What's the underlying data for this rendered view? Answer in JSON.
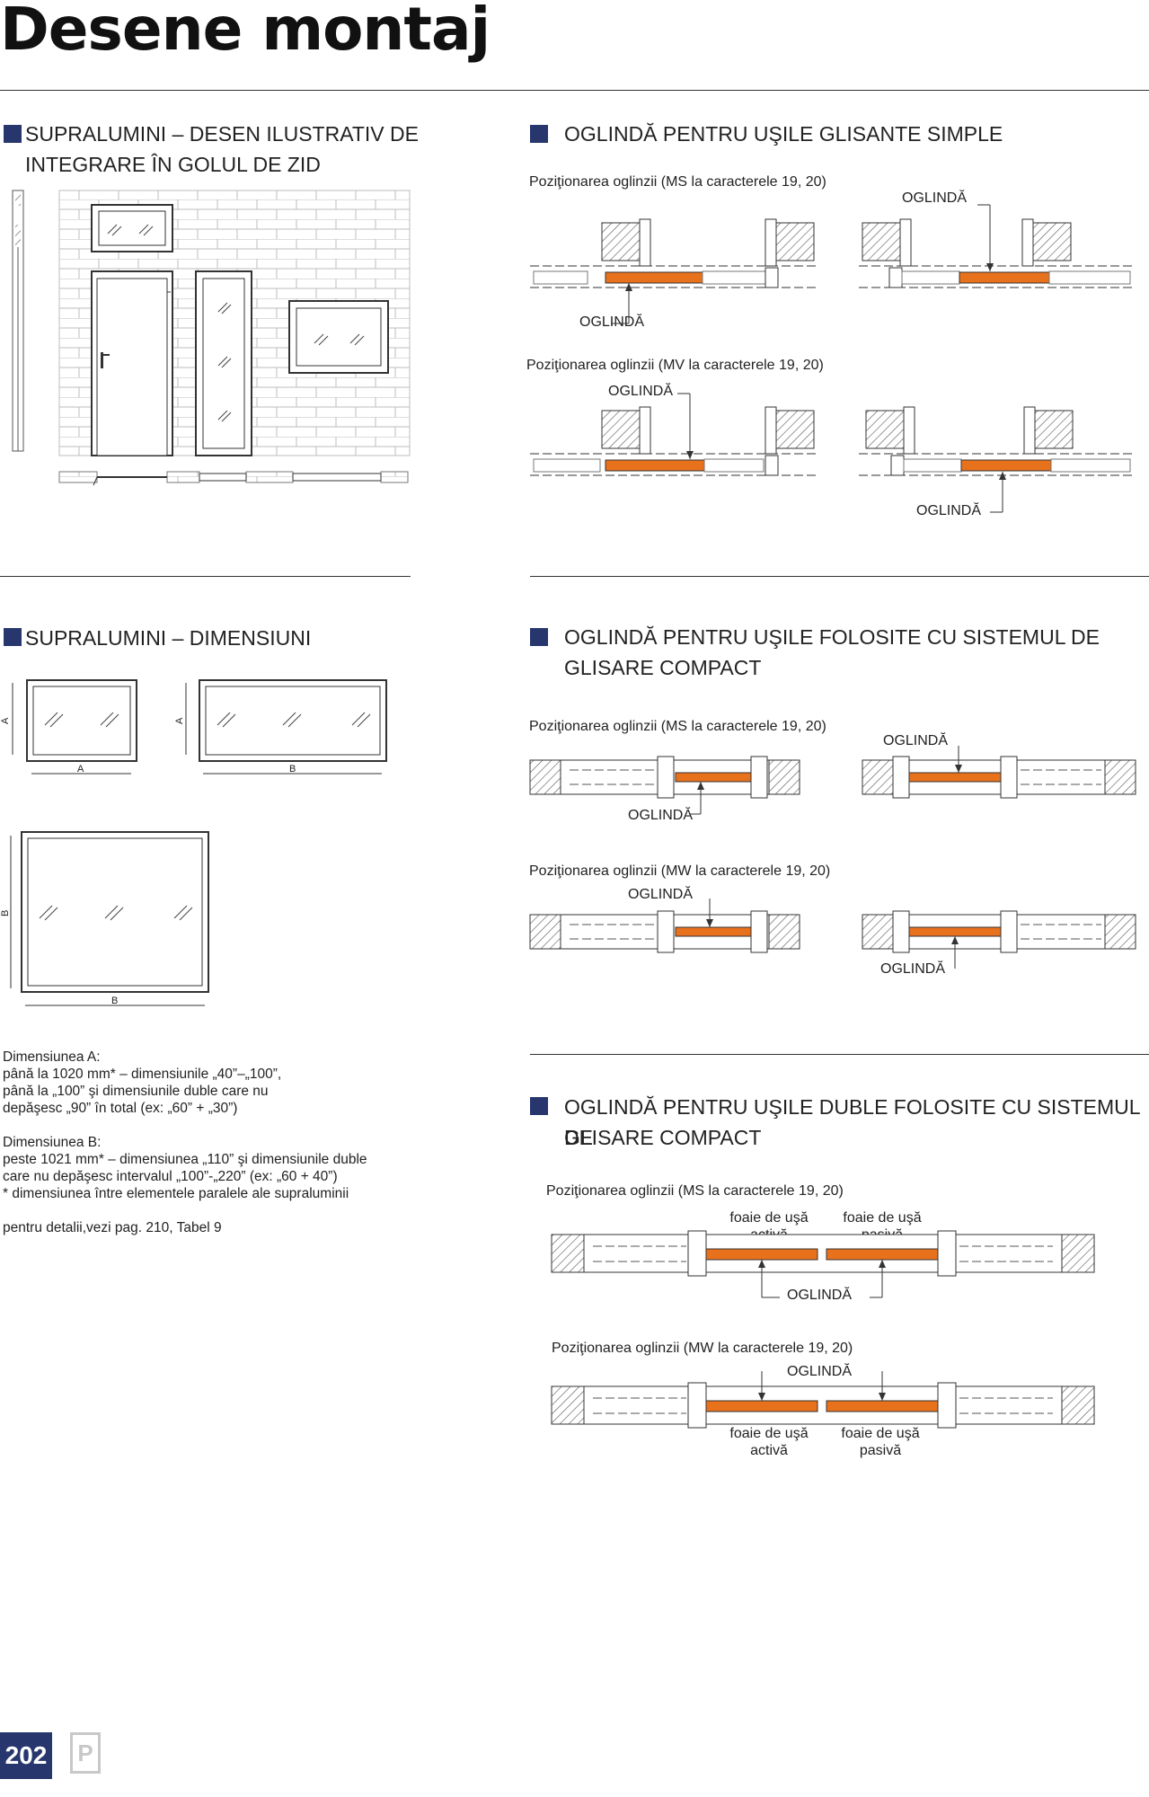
{
  "page": {
    "title": "Desene montaj",
    "page_number": "202",
    "logo_letter": "P"
  },
  "colors": {
    "accent": "#27376e",
    "mirror": "#e8711c",
    "wall_hatch": "#555555"
  },
  "sections": {
    "s1": {
      "heading_line1": "SUPRALUMINI – DESEN ILUSTRATIV DE",
      "heading_line2": "INTEGRARE ÎN GOLUL DE ZID"
    },
    "s2": {
      "heading": "OGLINDĂ PENTRU UŞILE GLISANTE SIMPLE",
      "caption_ms": "Poziţionarea oglinzii (MS la caracterele 19, 20)",
      "caption_mv": "Poziţionarea oglinzii (MV la caracterele 19, 20)",
      "label": "OGLINDĂ"
    },
    "s3": {
      "heading": "SUPRALUMINI – DIMENSIUNI",
      "dim_a": "A",
      "dim_b": "B"
    },
    "s4": {
      "heading_line1": "OGLINDĂ PENTRU UŞILE FOLOSITE CU SISTEMUL DE",
      "heading_line2": "GLISARE COMPACT",
      "caption_ms": "Poziţionarea oglinzii (MS la caracterele 19, 20)",
      "caption_mw": "Poziţionarea oglinzii (MW la caracterele 19, 20)",
      "label": "OGLINDĂ"
    },
    "s5": {
      "heading_line1": "OGLINDĂ PENTRU UŞILE DUBLE FOLOSITE CU SISTEMUL DE",
      "heading_line2": "GLISARE COMPACT",
      "caption_ms": "Poziţionarea oglinzii (MS la caracterele 19, 20)",
      "caption_mw": "Poziţionarea oglinzii (MW la caracterele 19, 20)",
      "label": "OGLINDĂ",
      "leaf_active_1": "foaie de uşă",
      "leaf_active_2": "activă",
      "leaf_passive_1": "foaie de uşă",
      "leaf_passive_2": "pasivă"
    }
  },
  "notes": {
    "a_title": "Dimensiunea A:",
    "a_line1": "până la 1020 mm* – dimensiunile „40”–„100”,",
    "a_line2": "până la „100” şi dimensiunile duble care nu",
    "a_line3": "depăşesc „90” în total (ex: „60” + „30”)",
    "b_title": "Dimensiunea B:",
    "b_line1": "peste 1021 mm* – dimensiunea „110” şi dimensiunile duble",
    "b_line2": "care nu depăşesc intervalul „100”-„220” (ex: „60 + 40”)",
    "b_line3": "* dimensiunea între elementele paralele ale supraluminii",
    "details": "pentru detalii,vezi pag. 210, Tabel 9"
  }
}
